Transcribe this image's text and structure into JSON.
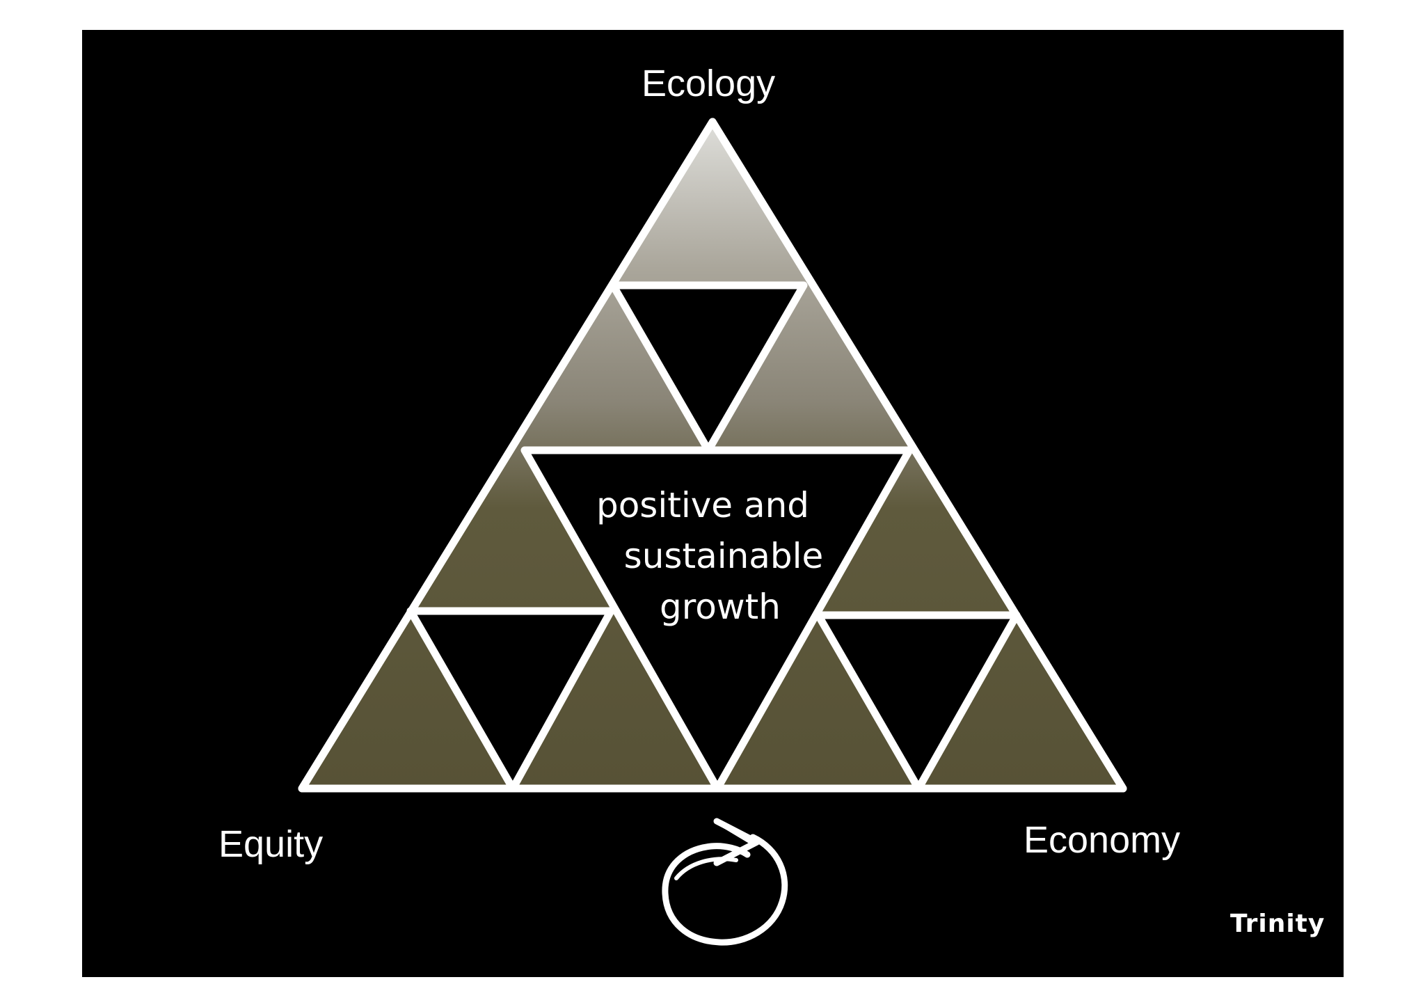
{
  "vertices": {
    "top": "Ecology",
    "bottom_left": "Equity",
    "bottom_right": "Economy"
  },
  "center_text": {
    "line1": "positive and",
    "line2": "sustainable",
    "line3": "growth"
  },
  "logo": {
    "text": "Trinity"
  },
  "colors": {
    "background": "#000000",
    "outline": "#ffffff",
    "fill_top": "#dcdcd8",
    "fill_mid": "#8a8577",
    "fill_bottom": "#5a5437",
    "text": "#ffffff"
  },
  "icons": [
    "cycle-arrow-icon",
    "trinity-logo-icon"
  ]
}
